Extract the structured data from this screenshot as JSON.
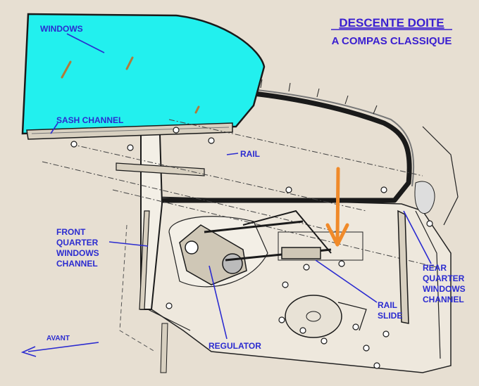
{
  "title": "DESCENTE DOITE",
  "subtitle": "A COMPAS CLASSIQUE",
  "labels": {
    "windows": "WINDOWS",
    "sash_channel": "SASH CHANNEL",
    "rail": "RAIL",
    "front_quarter_1": "FRONT",
    "front_quarter_2": "QUARTER",
    "front_quarter_3": "WINDOWS",
    "front_quarter_4": "CHANNEL",
    "rear_quarter_1": "REAR",
    "rear_quarter_2": "QUARTER",
    "rear_quarter_3": "WINDOWS",
    "rear_quarter_4": "CHANNEL",
    "rail_slide_1": "RAIL",
    "rail_slide_2": "SLIDE",
    "regulator": "REGULATOR",
    "avant": "AVANT"
  },
  "colors": {
    "glass": "#22f0ee",
    "label": "#2b2bd0",
    "title": "#3a1fd0",
    "arrow": "#f08a2a",
    "line": "#1a1a1a",
    "paper": "#e7dfd2"
  }
}
